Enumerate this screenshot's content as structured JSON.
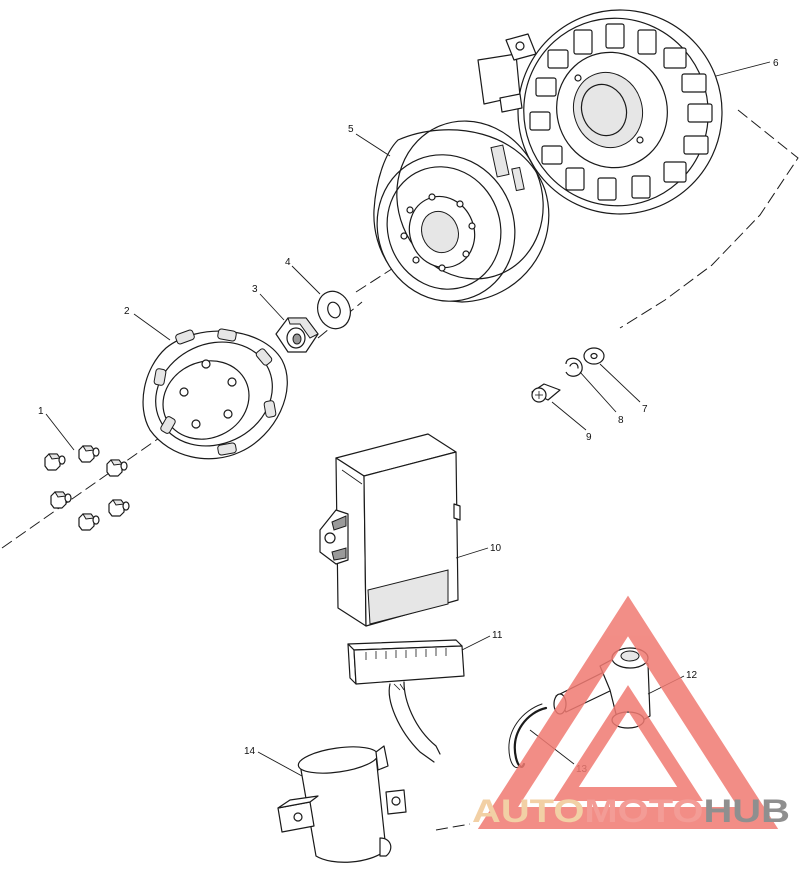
{
  "callouts": [
    "1",
    "2",
    "3",
    "4",
    "5",
    "6",
    "7",
    "8",
    "9",
    "10",
    "11",
    "12",
    "13",
    "14"
  ],
  "watermark": {
    "part1": "AUTO",
    "part2": "MOTO",
    "part3": "HUB",
    "color_auto": "#f0c896",
    "color_moto": "#f28b84",
    "color_hub": "#7c7c7c",
    "triangle_color": "#f07a72"
  }
}
